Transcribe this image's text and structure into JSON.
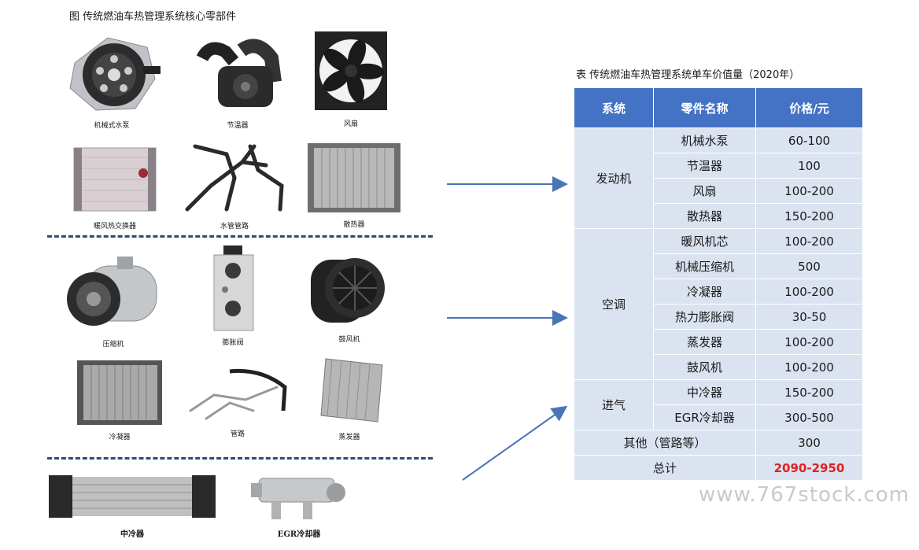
{
  "figure_title": "图 传统燃油车热管理系统核心零部件",
  "parts": {
    "water_pump": "机械式水泵",
    "thermostat": "节温器",
    "fan": "风扇",
    "heater_core": "暖风热交换器",
    "water_pipe": "水管管路",
    "radiator": "散热器",
    "compressor": "压缩机",
    "expansion_valve": "膨胀阀",
    "blower": "鼓风机",
    "condenser": "冷凝器",
    "pipeline": "管路",
    "evaporator": "蒸发器",
    "intercooler": "中冷器",
    "egr_cooler": "EGR冷却器"
  },
  "table_title": "表 传统燃油车热管理系统单车价值量（2020年）",
  "table": {
    "headers": [
      "系统",
      "零件名称",
      "价格/元"
    ],
    "groups": [
      {
        "system": "发动机",
        "rows": [
          {
            "part": "机械水泵",
            "price": "60-100"
          },
          {
            "part": "节温器",
            "price": "100"
          },
          {
            "part": "风扇",
            "price": "100-200"
          },
          {
            "part": "散热器",
            "price": "150-200"
          }
        ]
      },
      {
        "system": "空调",
        "rows": [
          {
            "part": "暖风机芯",
            "price": "100-200"
          },
          {
            "part": "机械压缩机",
            "price": "500"
          },
          {
            "part": "冷凝器",
            "price": "100-200"
          },
          {
            "part": "热力膨胀阀",
            "price": "30-50"
          },
          {
            "part": "蒸发器",
            "price": "100-200"
          },
          {
            "part": "鼓风机",
            "price": "100-200"
          }
        ]
      },
      {
        "system": "进气",
        "rows": [
          {
            "part": "中冷器",
            "price": "150-200"
          },
          {
            "part": "EGR冷却器",
            "price": "300-500"
          }
        ]
      }
    ],
    "other": {
      "label": "其他（管路等）",
      "price": "300"
    },
    "total": {
      "label": "总计",
      "price": "2090-2950"
    }
  },
  "colors": {
    "header_bg": "#4472c4",
    "cell_bg": "#dbe3f0",
    "total_red": "#e02020",
    "arrow": "#4a74b8"
  },
  "watermark": "www.767stock.com"
}
